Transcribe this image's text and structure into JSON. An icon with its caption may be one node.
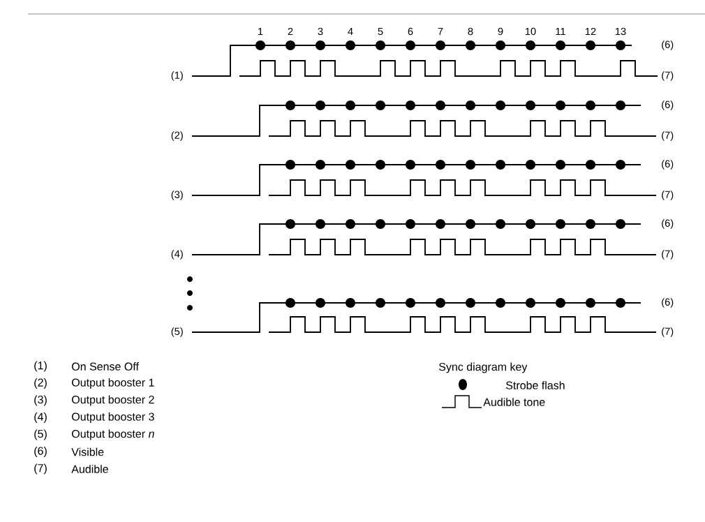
{
  "diagram": {
    "labels": [
      "1",
      "2",
      "3",
      "4",
      "5",
      "6",
      "7",
      "8",
      "9",
      "10",
      "11",
      "12",
      "13",
      "(6)",
      "(1)",
      "(7)",
      "(6)",
      "(2)",
      "(7)",
      "(6)",
      "(3)",
      "(7)",
      "(6)",
      "(4)",
      "(7)",
      "(6)",
      "(5)",
      "(7)",
      "(1)",
      "On Sense Off",
      "(2)",
      "Output booster 1",
      "(3)",
      "Output booster 2",
      "(4)",
      "Output booster 3",
      "(5)",
      "Output booster *n*",
      "(6)",
      "Visible",
      "(7)",
      "Audible",
      "Sync diagram key"
    ],
    "legend": [
      {
        "text": "Strobe flash"
      },
      {
        "text": "Audible tone"
      }
    ]
  }
}
